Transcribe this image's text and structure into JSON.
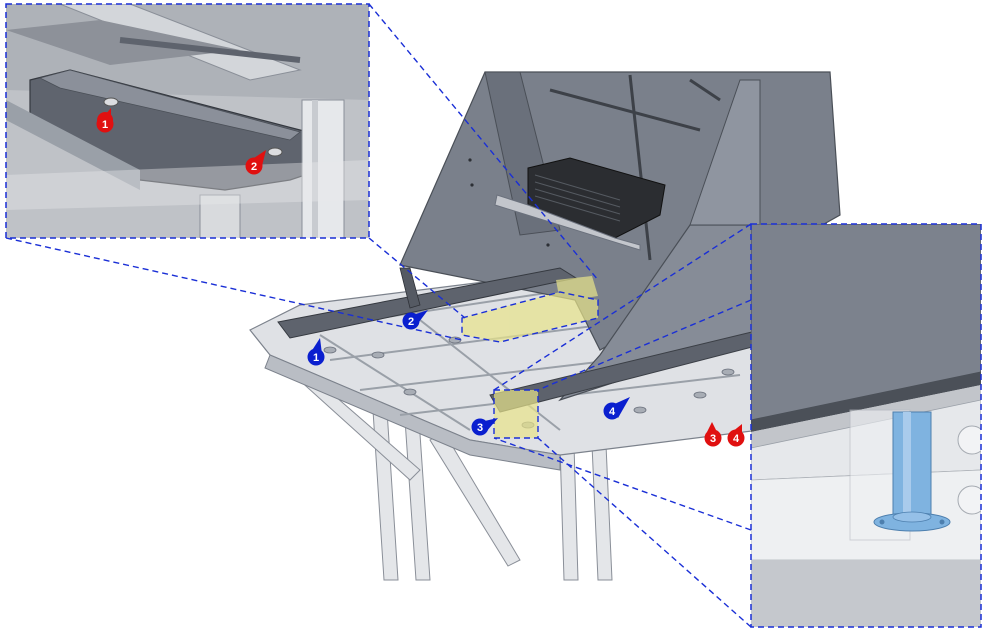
{
  "callouts": {
    "inset_top_left": [
      {
        "label": "1",
        "color": "#e01010"
      },
      {
        "label": "2",
        "color": "#e01010"
      }
    ],
    "main_blue": [
      {
        "label": "1",
        "color": "#0a1fcf"
      },
      {
        "label": "2",
        "color": "#0a1fcf"
      },
      {
        "label": "3",
        "color": "#0a1fcf"
      },
      {
        "label": "4",
        "color": "#0a1fcf"
      }
    ],
    "main_red": [
      {
        "label": "3",
        "color": "#e01010"
      },
      {
        "label": "4",
        "color": "#e01010"
      }
    ]
  },
  "colors": {
    "leader_line": "#1a2fd6",
    "highlight": "#e8e48a",
    "metal_dark": "#6b717d",
    "metal_light": "#c9ccd1",
    "spacer": "#7fb3e0"
  }
}
